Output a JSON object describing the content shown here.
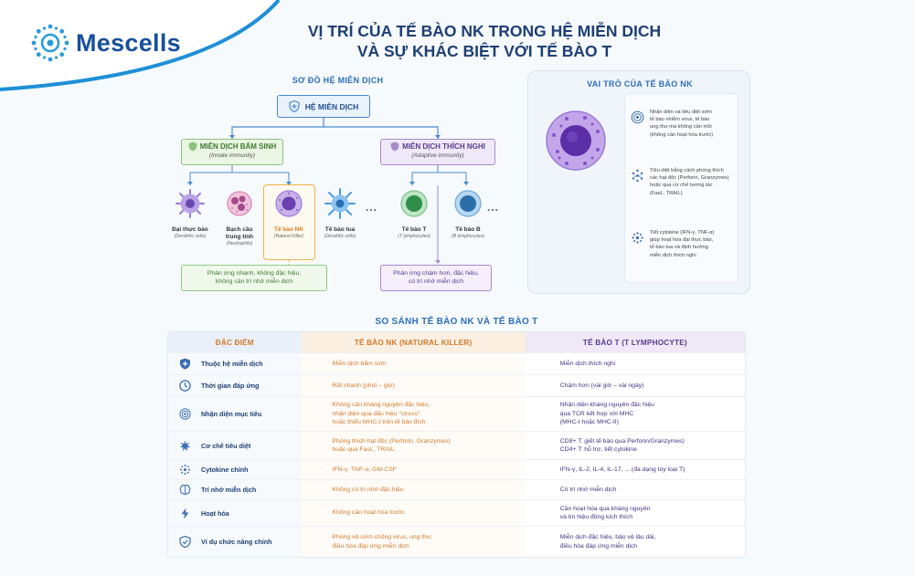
{
  "brand": {
    "name": "Mescells"
  },
  "title": {
    "line1": "VỊ TRÍ CỦA TẾ BÀO NK TRONG HỆ MIỄN DỊCH",
    "line2": "VÀ SỰ KHÁC BIỆT VỚI TẾ BÀO T"
  },
  "diagram": {
    "title": "SƠ ĐỒ HỆ MIỄN DỊCH",
    "root": "HỆ MIỄN DỊCH",
    "innate": {
      "label": "MIỄN DỊCH BẨM SINH",
      "sub": "(Innate immunity)"
    },
    "adaptive": {
      "label": "MIỄN DỊCH THÍCH NGHI",
      "sub": "(Adaptive immunity)"
    },
    "cells": [
      {
        "name": "Đại thực bào",
        "sub": "(Dendritic cells)",
        "color": "#9a7bd6"
      },
      {
        "name": "Bạch cầu\ntrung tính",
        "sub": "(Neutrophils)",
        "color": "#d98ab8"
      },
      {
        "name": "Tế bào NK",
        "sub": "(Natural Killer)",
        "color": "#7a4fc2"
      },
      {
        "name": "Tế bào tua",
        "sub": "(Dendritic cells)",
        "color": "#4a9be0"
      },
      {
        "name": "Tế bào T",
        "sub": "(T lymphocytes)",
        "color": "#4bb06a"
      },
      {
        "name": "Tế bào B",
        "sub": "(B lymphocytes)",
        "color": "#3c87c9"
      }
    ],
    "dots": "...",
    "innate_response": "Phản ứng nhanh, không đặc hiệu,\nkhông cần trí nhớ miễn dịch",
    "adaptive_response": "Phản ứng chậm hơn, đặc hiệu,\ncó trí nhớ miễn dịch"
  },
  "nk_role": {
    "title": "VAI TRÒ CỦA TẾ BÀO NK",
    "items": [
      {
        "icon": "target-icon",
        "text": "Nhận diện và tiêu diệt sớm\ntế bào nhiễm virus, tế bào\nung thư mà không cần mồi\n(không cần hoạt hóa trước)"
      },
      {
        "icon": "granules-icon",
        "text": "Tiêu diệt bằng cách phóng thích\ncác hạt độc (Perforin, Granzymes)\nhoặc qua cơ chế tương tác\n(FasL, TRAIL)"
      },
      {
        "icon": "cytokine-icon",
        "text": "Tiết cytokine (IFN-γ, TNF-α)\ngiúp hoạt hóa đại thực bào,\ntế bào tua và định hướng\nmiễn dịch thích nghi"
      }
    ]
  },
  "comparison": {
    "title": "SO SÁNH TẾ BÀO NK VÀ TẾ BÀO T",
    "headers": [
      "ĐẶC ĐIỂM",
      "TẾ BÀO NK (NATURAL KILLER)",
      "TẾ BÀO T (T LYMPHOCYTE)"
    ],
    "rows": [
      {
        "icon": "shield-icon",
        "feature": "Thuộc hệ miễn dịch",
        "nk": "Miễn dịch bẩm sinh",
        "t": "Miễn dịch thích nghi"
      },
      {
        "icon": "clock-icon",
        "feature": "Thời gian đáp ứng",
        "nk": "Rất nhanh (phút – giờ)",
        "t": "Chậm hơn (vài giờ – vài ngày)"
      },
      {
        "icon": "target-icon",
        "feature": "Nhận diện mục tiêu",
        "nk": "Không cần kháng nguyên đặc hiệu,\nnhận diện qua dấu hiệu \"stress\"\nhoặc thiếu MHC-I trên tế bào đích",
        "t": "Nhận diện kháng nguyên đặc hiệu\nqua TCR kết hợp với MHC\n(MHC-I hoặc MHC-II)"
      },
      {
        "icon": "burst-icon",
        "feature": "Cơ chế tiêu diệt",
        "nk": "Phóng thích hạt độc (Perforin, Granzymes)\nhoặc qua FasL, TRAIL",
        "t": "CD8+ T: giết tế bào qua Perforin/Granzymes)\nCD4+ T: hỗ trợ, tiết cytokine"
      },
      {
        "icon": "cytokine-icon",
        "feature": "Cytokine chính",
        "nk": "IFN-γ, TNF-α, GM-CSF",
        "t": "IFN-γ, IL-2, IL-4, IL-17, ... (đa dạng tùy loại T)"
      },
      {
        "icon": "brain-icon",
        "feature": "Trí nhớ miễn dịch",
        "nk": "Không có trí nhớ đặc hiệu",
        "t": "Có trí nhớ miễn dịch"
      },
      {
        "icon": "bolt-icon",
        "feature": "Hoạt hóa",
        "nk": "Không cần hoạt hóa trước",
        "t": "Cần hoạt hóa qua kháng nguyên\nvà tín hiệu đồng kích thích"
      },
      {
        "icon": "shield-check-icon",
        "feature": "Ví dụ chức năng chính",
        "nk": "Phòng vệ sớm chống virus, ung thư,\nđiều hòa đáp ứng miễn dịch",
        "t": "Miễn dịch đặc hiệu, bảo vệ lâu dài,\nđiều hòa đáp ứng miễn dịch"
      }
    ]
  },
  "colors": {
    "brand_blue": "#17509c",
    "innate_green": "#8bc37a",
    "adaptive_purple": "#a88acb",
    "nk_orange": "#f0b24a"
  }
}
